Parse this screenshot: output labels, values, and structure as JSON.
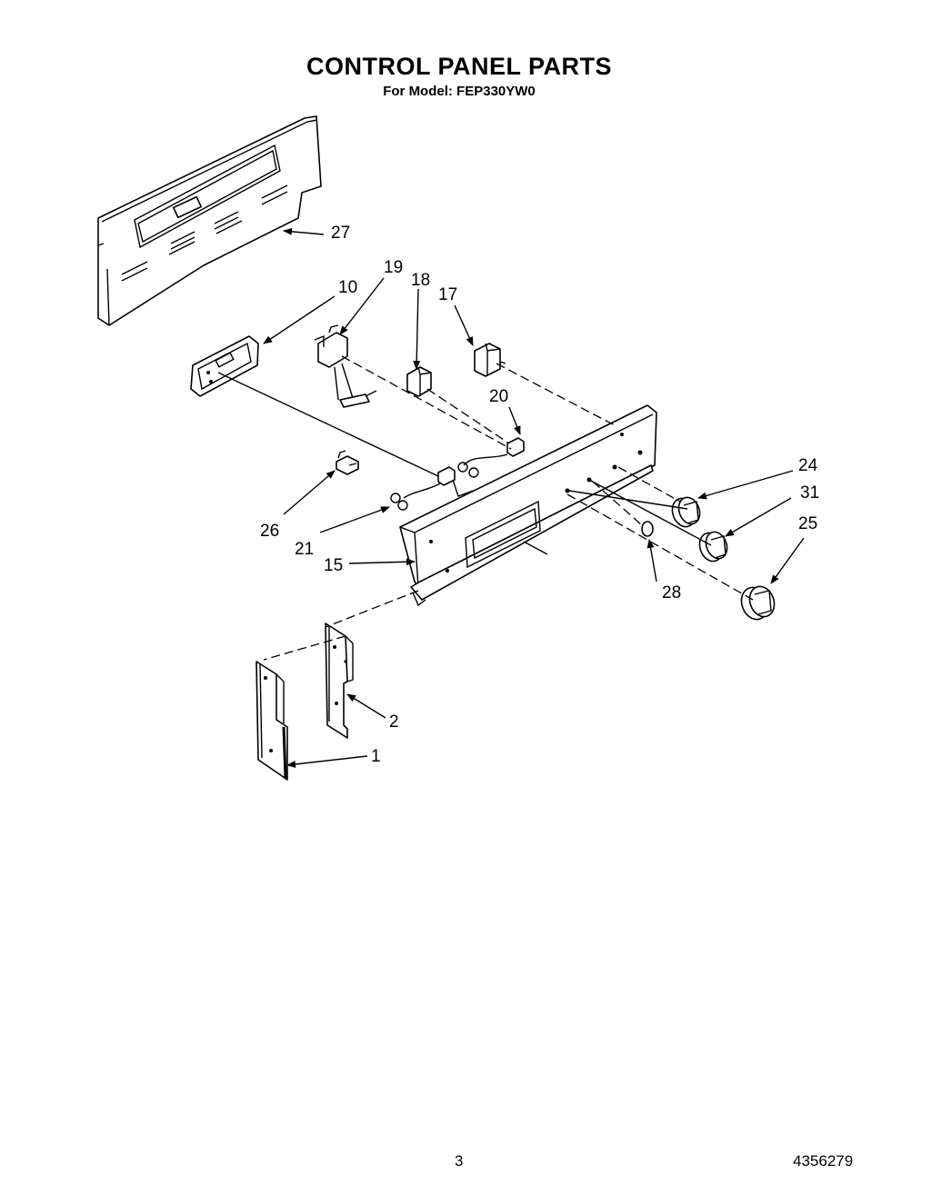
{
  "header": {
    "title": "CONTROL PANEL PARTS",
    "subtitle": "For Model: FEP330YW0"
  },
  "callouts": {
    "c27": "27",
    "c19": "19",
    "c18": "18",
    "c17": "17",
    "c10": "10",
    "c20": "20",
    "c24": "24",
    "c31": "31",
    "c25": "25",
    "c26": "26",
    "c21": "21",
    "c15": "15",
    "c28": "28",
    "c2": "2",
    "c1": "1"
  },
  "footer": {
    "page_number": "3",
    "document_number": "4356279"
  }
}
